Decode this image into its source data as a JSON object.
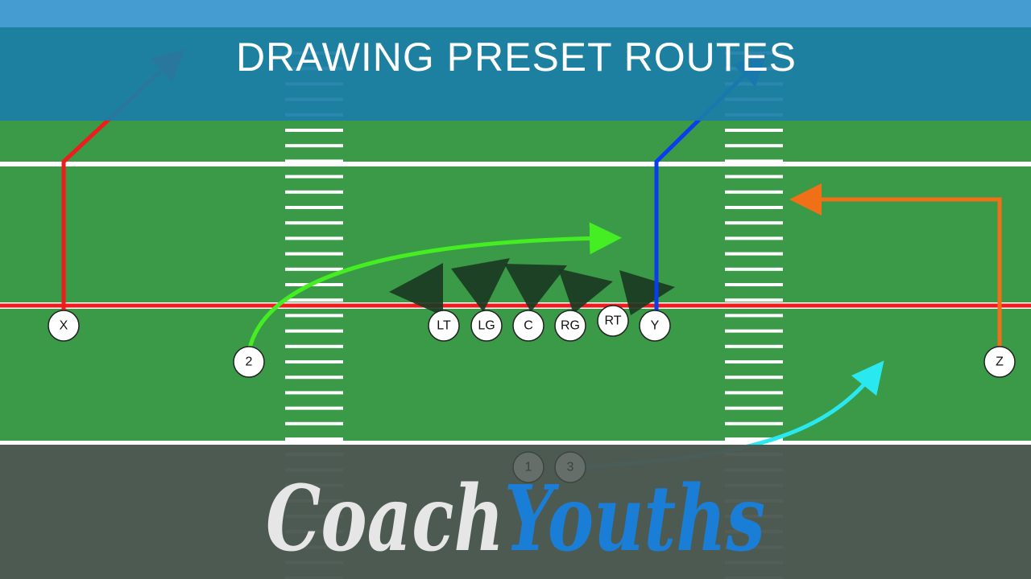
{
  "title": "DRAWING PRESET ROUTES",
  "logo": {
    "part1": "Coach",
    "part2": "Youths"
  },
  "players": {
    "x": "X",
    "slot": "2",
    "lt": "LT",
    "lg": "LG",
    "c": "C",
    "rg": "RG",
    "rt": "RT",
    "y": "Y",
    "z": "Z",
    "back1": "1",
    "back3": "3"
  },
  "colors": {
    "field": "#3a9a47",
    "title_band": "#1b7ea8",
    "logo_band": "#4d5751",
    "route_x": "#ee1c1c",
    "route_y": "#0a3cf0",
    "route_slot": "#44ee22",
    "route_z": "#f07018",
    "route_back": "#2ae8f0",
    "logo_coach": "#e6e6e6",
    "logo_youths": "#1a7ed6"
  }
}
